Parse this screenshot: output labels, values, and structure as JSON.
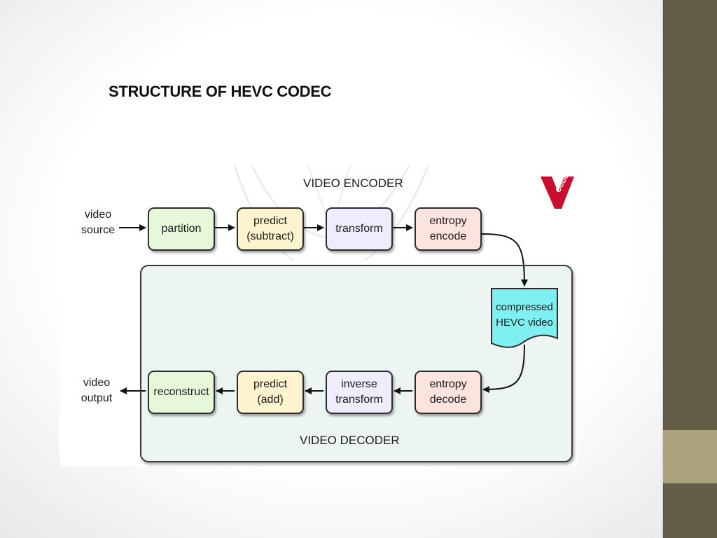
{
  "slide": {
    "title": "STRUCTURE OF HEVC CODEC"
  },
  "diagram": {
    "encoder_label": "VIDEO ENCODER",
    "decoder_label": "VIDEO DECODER",
    "input_label": "video\nsource",
    "output_label": "video\noutput",
    "encoder_steps": [
      {
        "label": "partition",
        "color": "#e6f8d9"
      },
      {
        "label": "predict\n(subtract)",
        "color": "#fdf4cf"
      },
      {
        "label": "transform",
        "color": "#efecfb"
      },
      {
        "label": "entropy\nencode",
        "color": "#fbe4de"
      }
    ],
    "bitstream_label": "compressed\nHEVC video",
    "decoder_steps": [
      {
        "label": "entropy\ndecode",
        "color": "#fbe4de"
      },
      {
        "label": "inverse\ntransform",
        "color": "#efecfb"
      },
      {
        "label": "predict\n(add)",
        "color": "#fdf4cf"
      },
      {
        "label": "reconstruct",
        "color": "#e6f8d9"
      }
    ]
  },
  "logo": {
    "text": "CODEX",
    "letter": "V",
    "color": "#c8102e"
  }
}
